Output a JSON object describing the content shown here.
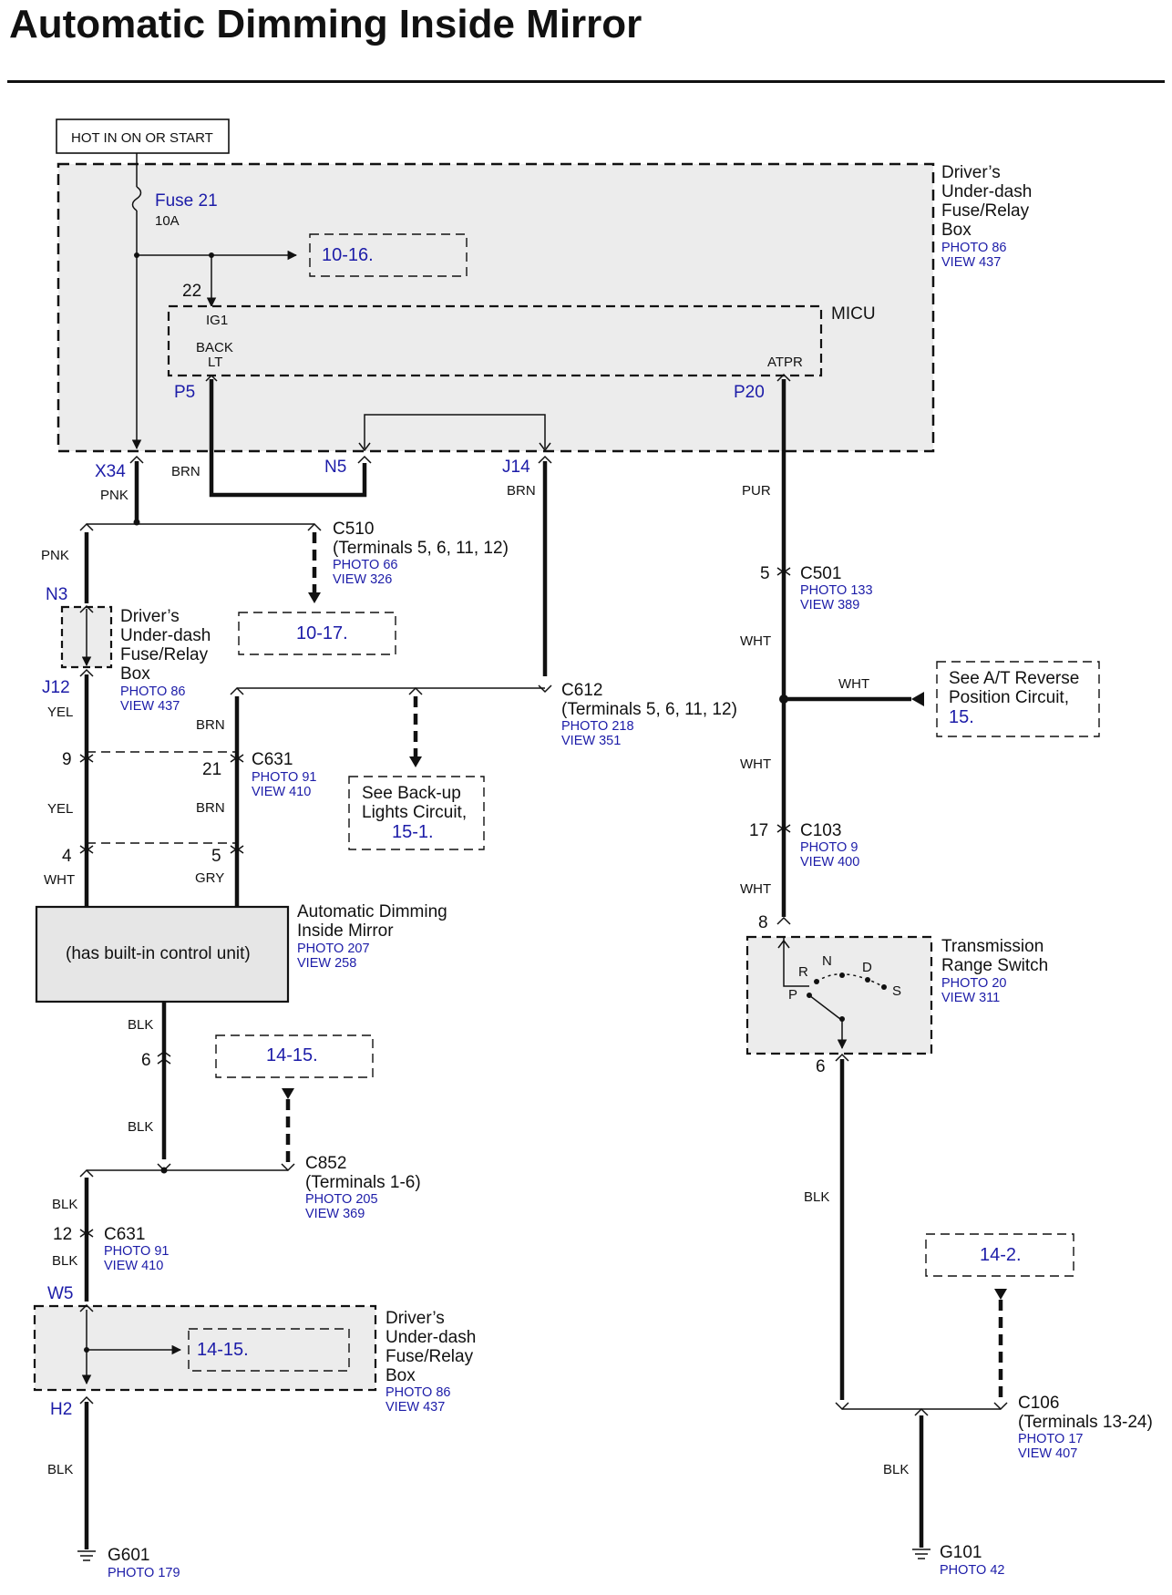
{
  "title": "Automatic Dimming Inside Mirror",
  "hot_label": "HOT IN ON OR START",
  "fuse": {
    "name": "Fuse 21",
    "rating": "10A"
  },
  "micu": {
    "name": "MICU",
    "pin_ig1": "IG1",
    "pin_back": "BACK",
    "pin_lt": "LT",
    "pin_atpr": "ATPR",
    "term_22": "22"
  },
  "box_top": {
    "l1": "Driver’s",
    "l2": "Under-dash",
    "l3": "Fuse/Relay",
    "l4": "Box",
    "photo": "PHOTO 86",
    "view": "VIEW 437"
  },
  "box_mid": {
    "l1": "Driver’s",
    "l2": "Under-dash",
    "l3": "Fuse/Relay",
    "l4": "Box",
    "photo": "PHOTO 86",
    "view": "VIEW 437"
  },
  "box_bot": {
    "l1": "Driver’s",
    "l2": "Under-dash",
    "l3": "Fuse/Relay",
    "l4": "Box",
    "photo": "PHOTO 86",
    "view": "VIEW 437"
  },
  "terminals": {
    "p5": "P5",
    "p20": "P20",
    "x34": "X34",
    "n5": "N5",
    "j14": "J14",
    "n3": "N3",
    "j12": "J12",
    "w5": "W5",
    "h2": "H2"
  },
  "wires": {
    "pnk1": "PNK",
    "pnk2": "PNK",
    "brn1": "BRN",
    "brn2": "BRN",
    "brn3": "BRN",
    "brn4": "BRN",
    "pur": "PUR",
    "wht1": "WHT",
    "wht2": "WHT",
    "wht3": "WHT",
    "wht4": "WHT",
    "wht5": "WHT",
    "yel1": "YEL",
    "yel2": "YEL",
    "gry": "GRY",
    "blk1": "BLK",
    "blk2": "BLK",
    "blk3": "BLK",
    "blk4": "BLK",
    "blk5": "BLK",
    "blk6": "BLK",
    "blk7": "BLK"
  },
  "pins": {
    "n9": "9",
    "n21": "21",
    "n4": "4",
    "n5": "5",
    "n6a": "6",
    "n12": "12",
    "n5b": "5",
    "n17": "17",
    "n8": "8",
    "n6b": "6"
  },
  "refs": {
    "r1016": "10-16.",
    "r1017": "10-17.",
    "r1415a": "14-15.",
    "r1415b": "14-15.",
    "r142": "14-2."
  },
  "c510": {
    "name": "C510",
    "terms": "(Terminals 5, 6, 11, 12)",
    "photo": "PHOTO 66",
    "view": "VIEW 326"
  },
  "c612": {
    "name": "C612",
    "terms": "(Terminals 5, 6, 11, 12)",
    "photo": "PHOTO 218",
    "view": "VIEW 351"
  },
  "c631a": {
    "name": "C631",
    "photo": "PHOTO 91",
    "view": "VIEW 410"
  },
  "c631b": {
    "name": "C631",
    "photo": "PHOTO 91",
    "view": "VIEW 410"
  },
  "c501": {
    "name": "C501",
    "photo": "PHOTO 133",
    "view": "VIEW 389"
  },
  "c103": {
    "name": "C103",
    "photo": "PHOTO 9",
    "view": "VIEW 400"
  },
  "c852": {
    "name": "C852",
    "terms": "(Terminals 1-6)",
    "photo": "PHOTO 205",
    "view": "VIEW 369"
  },
  "c106": {
    "name": "C106",
    "terms": "(Terminals 13-24)",
    "photo": "PHOTO 17",
    "view": "VIEW 407"
  },
  "backup": {
    "l1": "See Back-up",
    "l2": "Lights Circuit,",
    "ref": "15-1."
  },
  "atrev": {
    "l1": "See A/T Reverse",
    "l2": "Position Circuit,",
    "ref": "15."
  },
  "mirror": {
    "box_text": "(has built-in control unit)",
    "l1": "Automatic Dimming",
    "l2": "Inside Mirror",
    "photo": "PHOTO 207",
    "view": "VIEW 258"
  },
  "trs": {
    "l1": "Transmission",
    "l2": "Range Switch",
    "photo": "PHOTO 20",
    "view": "VIEW 311",
    "r": "R",
    "n": "N",
    "d": "D",
    "p": "P",
    "s": "S"
  },
  "g601": {
    "name": "G601",
    "photo": "PHOTO 179"
  },
  "g101": {
    "name": "G101",
    "photo": "PHOTO 42"
  }
}
